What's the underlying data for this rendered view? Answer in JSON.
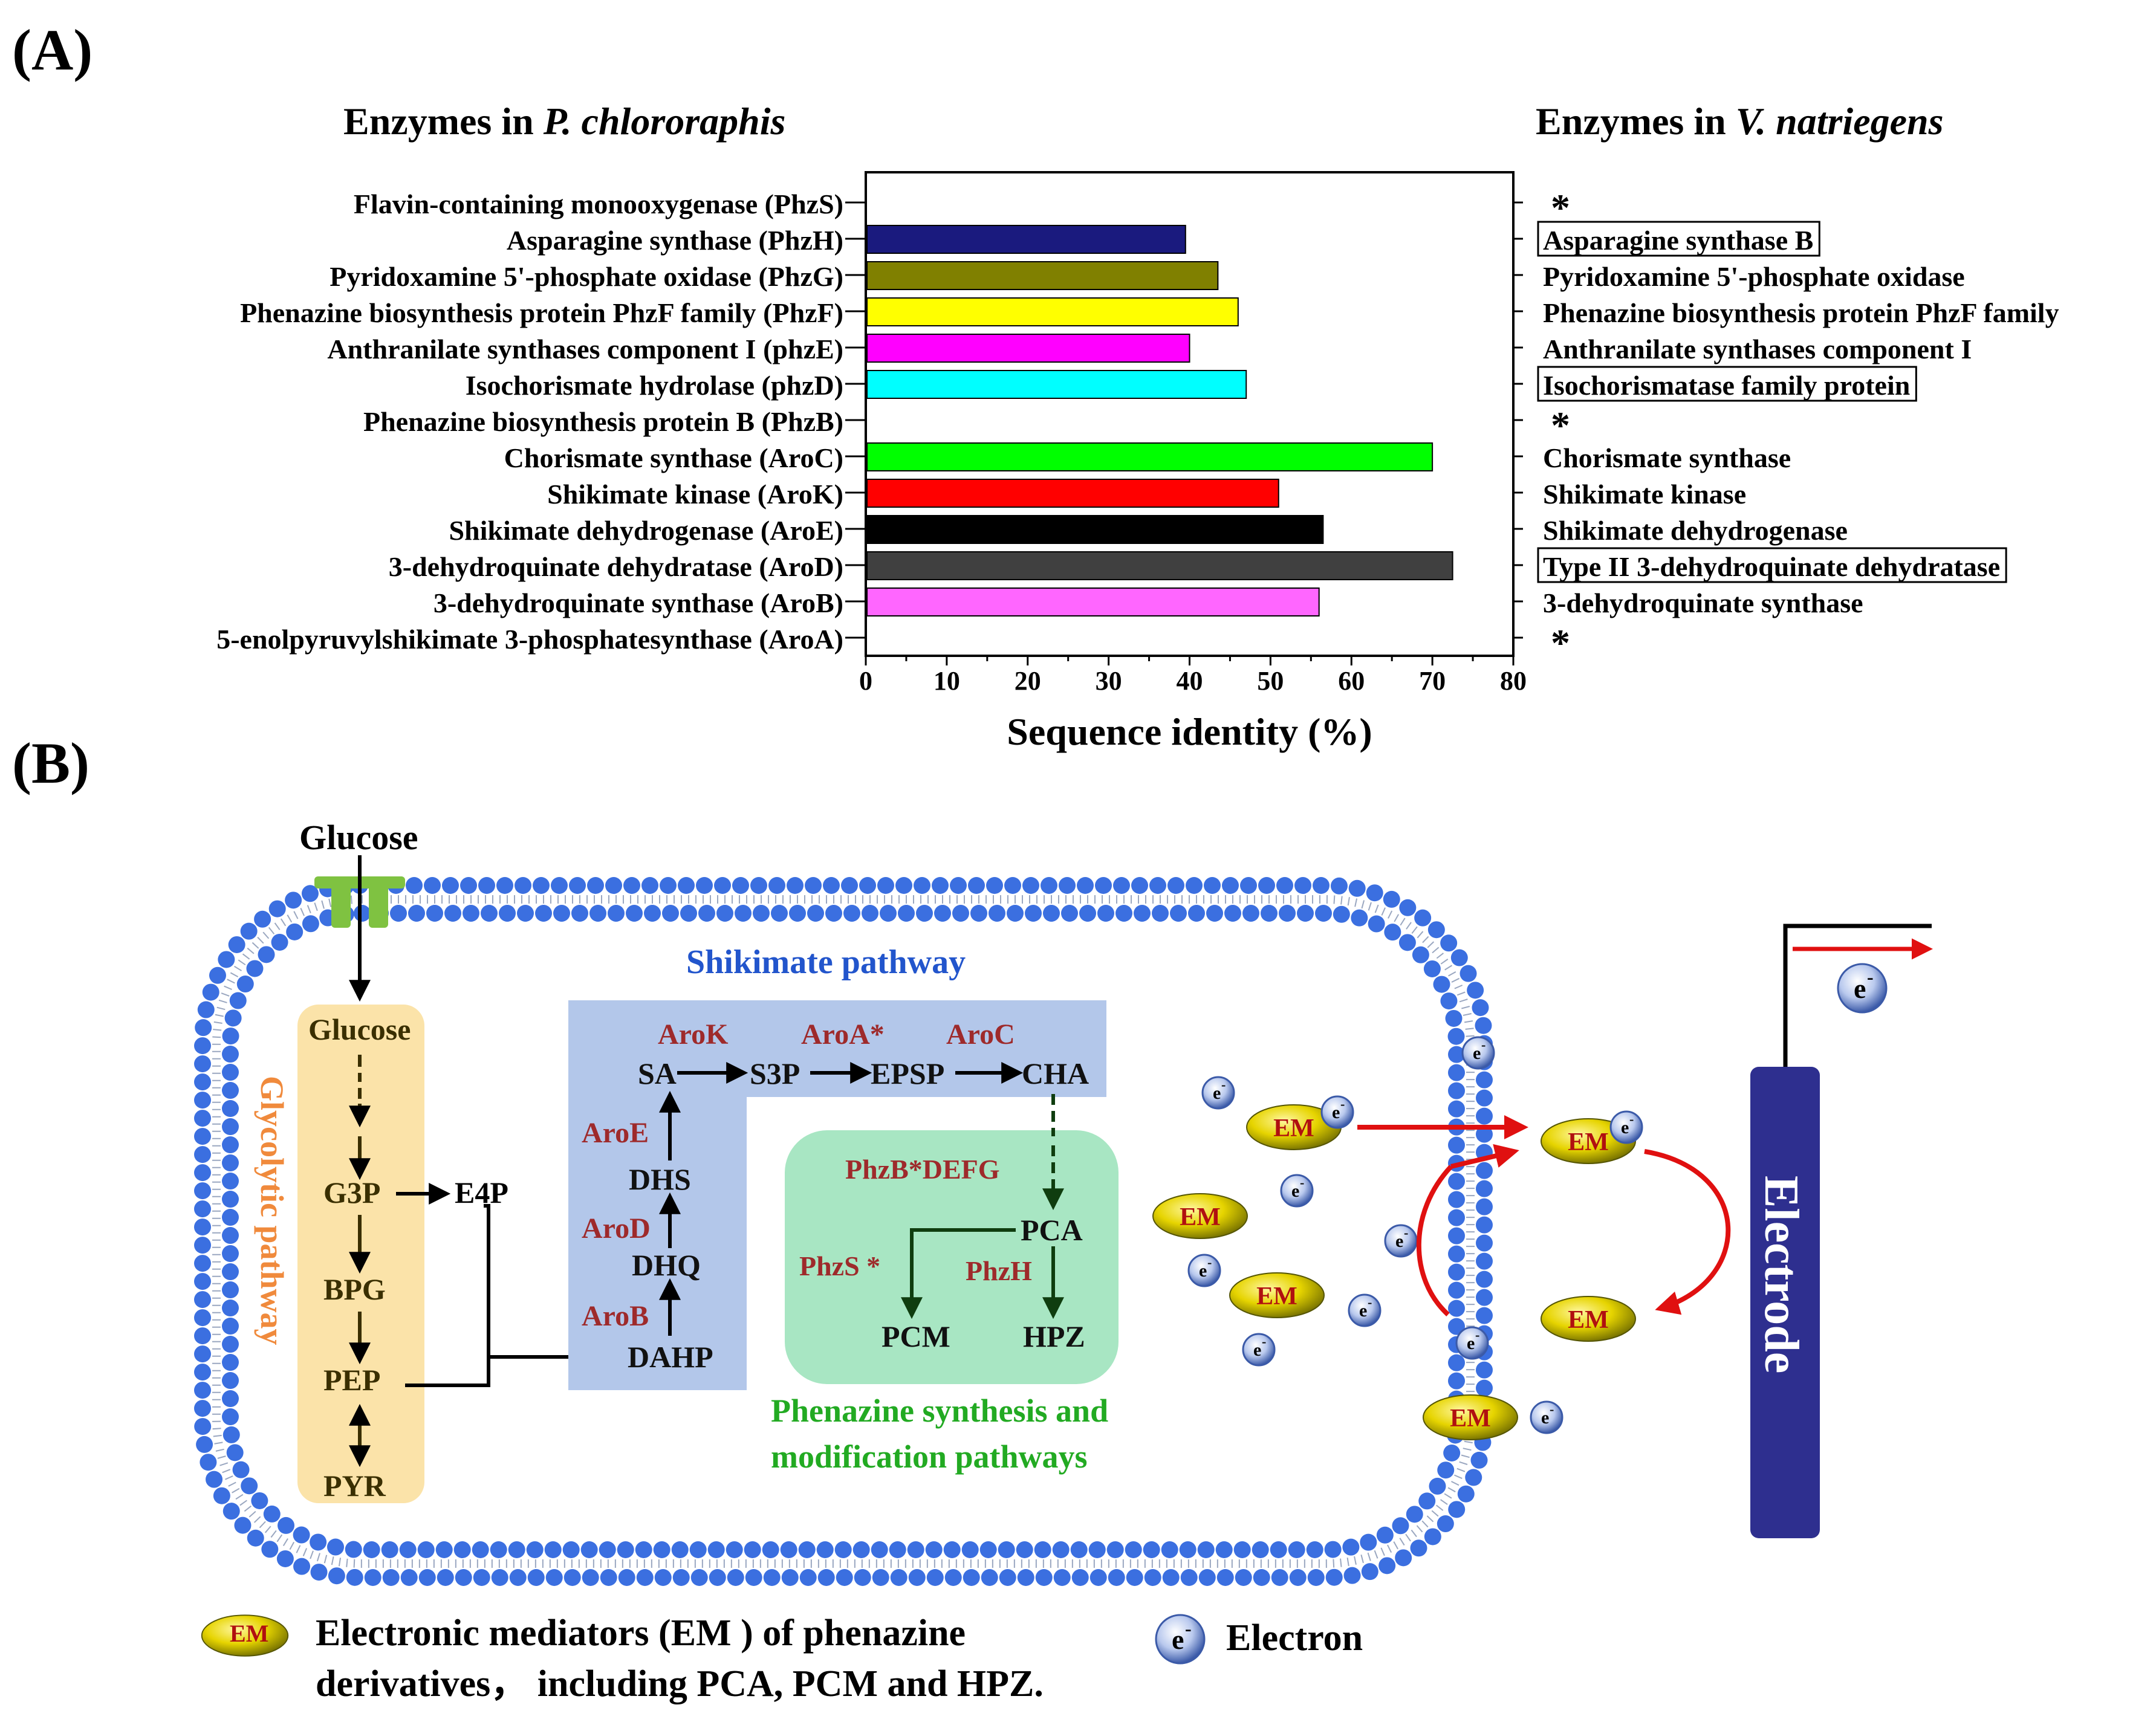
{
  "panel_a": {
    "label": "(A)",
    "left_header": {
      "prefix": "Enzymes in ",
      "species": "P. chlororaphis"
    },
    "right_header": {
      "prefix": "Enzymes in ",
      "species": "V. natriegens"
    }
  },
  "chart_data": {
    "type": "bar",
    "orientation": "horizontal",
    "xlabel": "Sequence identity (%)",
    "xlim": [
      0,
      80
    ],
    "xticks": [
      "0",
      "10",
      "20",
      "30",
      "40",
      "50",
      "60",
      "70",
      "80"
    ],
    "categories": [
      "Flavin-containing monooxygenase (PhzS)",
      "Asparagine synthase (PhzH)",
      "Pyridoxamine 5'-phosphate oxidase (PhzG)",
      "Phenazine biosynthesis protein PhzF family (PhzF)",
      "Anthranilate synthases component I (phzE)",
      "Isochorismate hydrolase (phzD)",
      "Phenazine biosynthesis protein B (PhzB)",
      "Chorismate synthase (AroC)",
      "Shikimate kinase (AroK)",
      "Shikimate dehydrogenase (AroE)",
      "3-dehydroquinate dehydratase (AroD)",
      "3-dehydroquinate synthase (AroB)",
      "5-enolpyruvylshikimate 3-phosphatesynthase (AroA)"
    ],
    "values": [
      null,
      39.5,
      43.5,
      46,
      40,
      47,
      null,
      70,
      51,
      56.5,
      72.5,
      56,
      null
    ],
    "colors": [
      "#ffffff",
      "#1a1a7e",
      "#808000",
      "#ffff00",
      "#ff00ff",
      "#00ffff",
      "#ffffff",
      "#00ff00",
      "#ff0000",
      "#000000",
      "#404040",
      "#ff66ff",
      "#ffffff"
    ],
    "right_labels": [
      "*",
      "Asparagine synthase B",
      "Pyridoxamine 5'-phosphate oxidase",
      "Phenazine biosynthesis protein PhzF family",
      "Anthranilate synthases component I",
      "Isochorismatase family protein",
      "*",
      "Chorismate synthase",
      "Shikimate kinase",
      "Shikimate dehydrogenase",
      "Type II 3-dehydroquinate dehydratase",
      "3-dehydroquinate synthase",
      "*"
    ],
    "right_boxed": [
      false,
      true,
      false,
      false,
      false,
      true,
      false,
      false,
      false,
      false,
      true,
      false,
      false
    ],
    "grid": false
  },
  "panel_b": {
    "label": "(B)",
    "glucose_outside": "Glucose",
    "glycolysis": {
      "title": "Glycolytic pathway",
      "nodes": [
        "Glucose",
        "G3P",
        "BPG",
        "PEP",
        "PYR"
      ],
      "e4p": "E4P"
    },
    "shikimate": {
      "title": "Shikimate pathway",
      "metabolites": [
        "SA",
        "S3P",
        "EPSP",
        "CHA",
        "DHS",
        "DHQ",
        "DAHP"
      ],
      "enzymes": [
        "AroK",
        "AroA*",
        "AroC",
        "AroE",
        "AroD",
        "AroB"
      ]
    },
    "phenazine": {
      "title_line1": "Phenazine synthesis and",
      "title_line2": "modification pathways",
      "enzymes": [
        "PhzB*DEFG",
        "PhzS *",
        "PhzH"
      ],
      "metabolites": [
        "PCA",
        "PCM",
        "HPZ"
      ]
    },
    "em_label": "EM",
    "electron_symbol": "e",
    "electron_superscript": "-",
    "electrode_label": "Electrode",
    "legend": {
      "em_text_line1": "Electronic mediators (EM ) of phenazine",
      "em_text_line2": "derivatives， including PCA, PCM and HPZ.",
      "electron_text": "Electron"
    }
  },
  "colors": {
    "membrane": "#3b6fe0",
    "glycolysis_box": "#fbe3a9",
    "glycolysis_title": "#f08a3c",
    "shikimate_box": "#b3c7ea",
    "shikimate_title": "#2255cc",
    "phenazine_box": "#a8e6c3",
    "phenazine_title": "#22aa22",
    "enzyme_text": "#9e2a2b",
    "electrode": "#2e2f8f",
    "em_fill": "#e0d000",
    "arrow_red": "#e01010"
  }
}
